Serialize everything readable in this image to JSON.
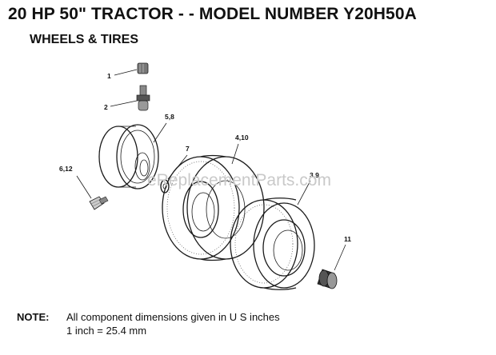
{
  "header": {
    "title": "20 HP 50\" TRACTOR - - MODEL NUMBER Y20H50A",
    "subtitle": "WHEELS & TIRES"
  },
  "callouts": {
    "c1": "1",
    "c2": "2",
    "c58": "5,8",
    "c7": "7",
    "c410": "4,10",
    "c612": "6,12",
    "c39": "3,9",
    "c11": "11"
  },
  "watermark": "eReplacementParts.com",
  "note": {
    "label": "NOTE:",
    "line1": "All component dimensions given in U S  inches",
    "line2": "1 inch = 25.4 mm"
  }
}
